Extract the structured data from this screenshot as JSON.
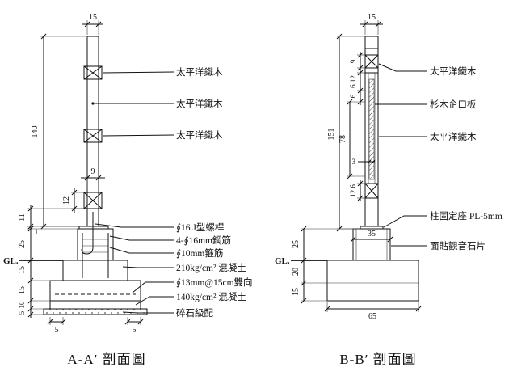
{
  "colors": {
    "ink": "#111111",
    "background": "#ffffff"
  },
  "left": {
    "title": "A-A′ 剖面圖",
    "gl_label": "GL.",
    "dims": {
      "top_width": "15",
      "post_height": "140",
      "post_width": "9",
      "block_height": "12",
      "gap": "11",
      "plate_thickness": "1",
      "pedestal_height": "25",
      "footing_upper": "15",
      "footing_lower": "15",
      "lean_layer": "10",
      "gravel_layer": "5",
      "edge_offset_left": "5",
      "edge_offset_right": "5"
    },
    "callouts": [
      "太平洋鐵木",
      "太平洋鐵木",
      "太平洋鐵木",
      "∮16 J型螺桿",
      "4-∮16mm鋼筋",
      "∮10mm箍筋",
      "210kg/cm² 混凝土",
      "∮13mm@15cm雙向",
      "140kg/cm² 混凝土",
      "碎石級配"
    ]
  },
  "right": {
    "title": "B-B′ 剖面圖",
    "gl_label": "GL.",
    "dims": {
      "top_width": "15",
      "cap_block": "9",
      "upper_rail": "6.12",
      "upper_gap": "6",
      "total_height": "151",
      "board_height": "78",
      "board_thickness": "3",
      "lower_rail": "12.6",
      "pedestal_height": "25",
      "pedestal_width": "35",
      "footing_upper": "20",
      "footing_lower": "15",
      "footing_width": "65"
    },
    "callouts": [
      "太平洋鐵木",
      "杉木企口板",
      "太平洋鐵木",
      "柱固定座 PL-5mm",
      "面貼觀音石片"
    ]
  }
}
